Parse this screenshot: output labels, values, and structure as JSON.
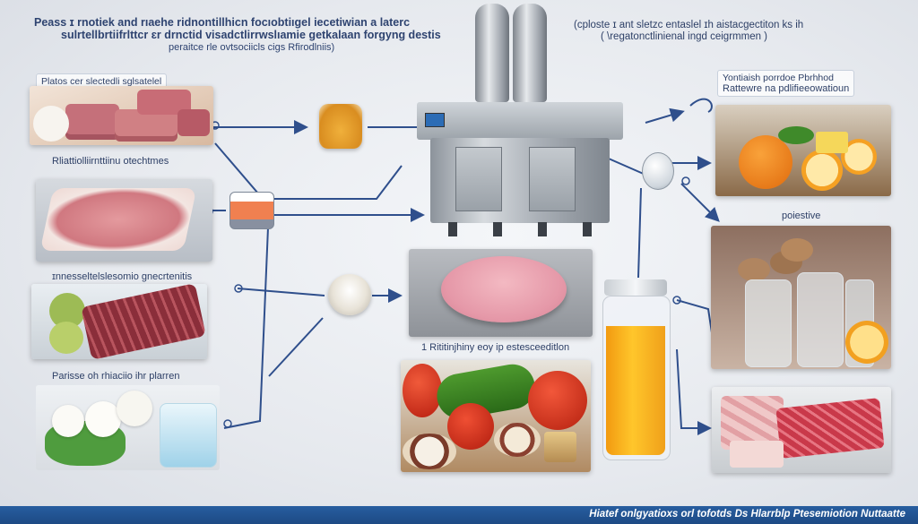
{
  "header_left": {
    "line1": "Peass ɪ rnotiek and rıaehe ridnontillhicn focıobtiıgel iecetiwian a laterc",
    "line2": "sulrtellbrtiifrlttcr ɛr drnctid visadctlirrwslıamie getkalaan forgyng destis",
    "line3": "peraitce rle ovtsociicls cigs Rfirodlniis)"
  },
  "header_right": {
    "line1": "(cploste ɪ ant sletzc entaslel ɪh aistacgectiton ks ih",
    "line2": "( \\regatonctlinienal ingd ceigrmmen )"
  },
  "labels": {
    "meat_top": "Platos cer slectedli sglsatelel",
    "meat_mid": "Rliattiolliirnttiinu otechtmes",
    "meat_low": "ɪnnesseltelslesomio gnecrtenitis",
    "eggs": "Parisse oh rhiaciio ihr plarren",
    "citrus": "Yontiaish porrdoe Pbrhhod",
    "citrus_2": "Rattewre na pdlifieeowatioun",
    "positive": "poiestive",
    "center": "1 Rititinjhiny eoy ip estesceeditlon"
  },
  "footer": "Hiatef onlgyatioxs orl tofotds Ds Hlarrblp Ptesemiotion Nuttaatte",
  "colors": {
    "arrow": "#2f4f8c",
    "footer": "#275ea0",
    "text": "#2d3f66"
  },
  "icons": {
    "machine": "industrial-processing-machine-icon",
    "jar": "honey-jar-icon",
    "container": "heated-container-icon",
    "flask": "round-bowl-icon",
    "bottle": "juice-bottle-icon"
  }
}
